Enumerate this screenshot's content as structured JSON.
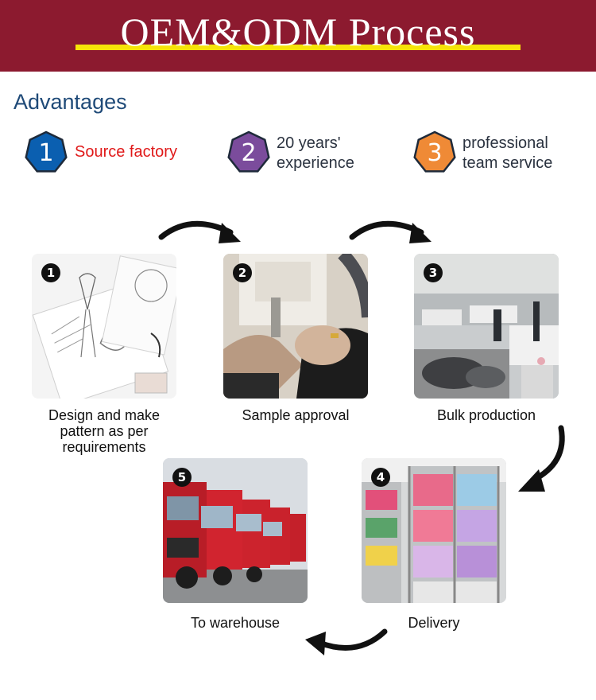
{
  "header": {
    "title": "OEM&ODM Process"
  },
  "advantages": {
    "title": "Advantages",
    "items": [
      {
        "number": "1",
        "label": "Source factory",
        "color": "#0b5fb0"
      },
      {
        "number": "2",
        "label": "20 years' experience",
        "color": "#7b4c9c"
      },
      {
        "number": "3",
        "label": "professional team service",
        "color": "#ef8a36"
      }
    ]
  },
  "steps": [
    {
      "number": "1",
      "caption": "Design and make pattern as per requirements",
      "icon": "sketch-illustration"
    },
    {
      "number": "2",
      "caption": "Sample approval",
      "icon": "sewing-machine-photo"
    },
    {
      "number": "3",
      "caption": "Bulk production",
      "icon": "factory-floor-photo"
    },
    {
      "number": "4",
      "caption": "Delivery",
      "icon": "warehouse-shelves-photo"
    },
    {
      "number": "5",
      "caption": "To warehouse",
      "icon": "red-trucks-photo"
    }
  ],
  "colors": {
    "header_bg": "#8c1a2f",
    "underline": "#f6e409",
    "title_blue": "#1f4a78",
    "accent_red": "#e01919"
  }
}
